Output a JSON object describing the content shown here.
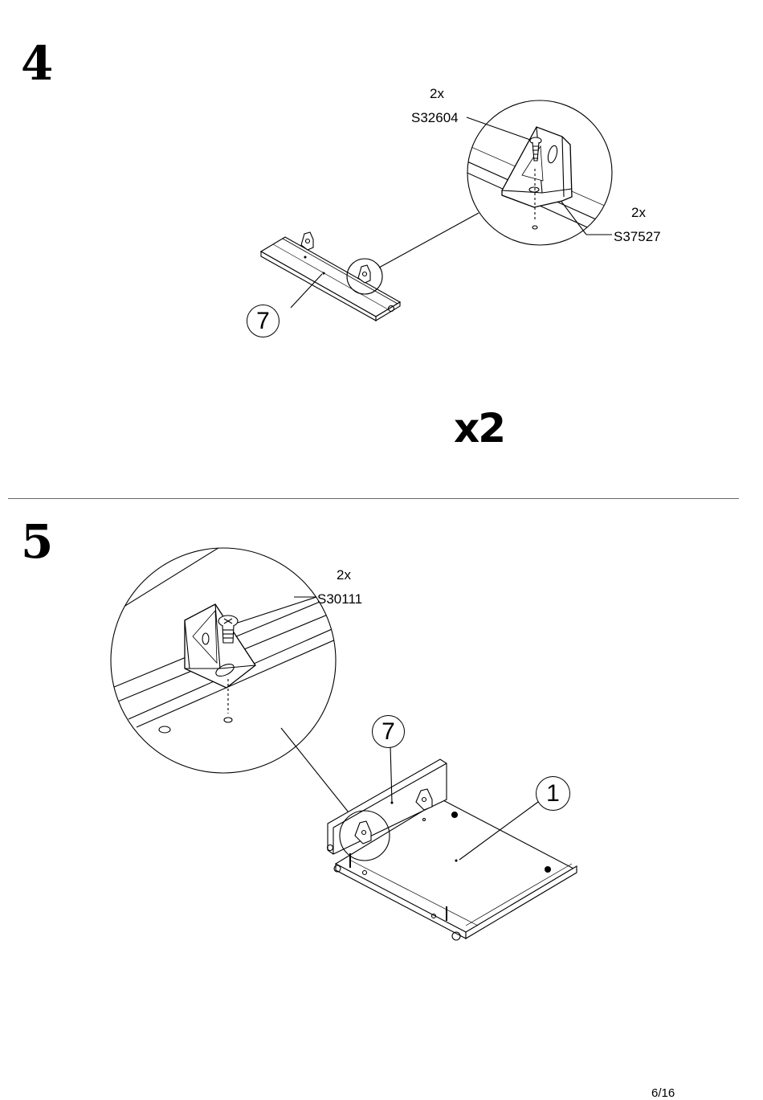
{
  "steps": [
    {
      "number": "4",
      "parts": [
        {
          "qty": "2x",
          "code": "S32604"
        },
        {
          "qty": "2x",
          "code": "S37527"
        }
      ],
      "callout_part": "7",
      "multiplier": "x2"
    },
    {
      "number": "5",
      "parts": [
        {
          "qty": "2x",
          "code": "S30111"
        }
      ],
      "callouts": [
        "7",
        "1"
      ]
    }
  ],
  "footer": {
    "page": "6/16"
  }
}
